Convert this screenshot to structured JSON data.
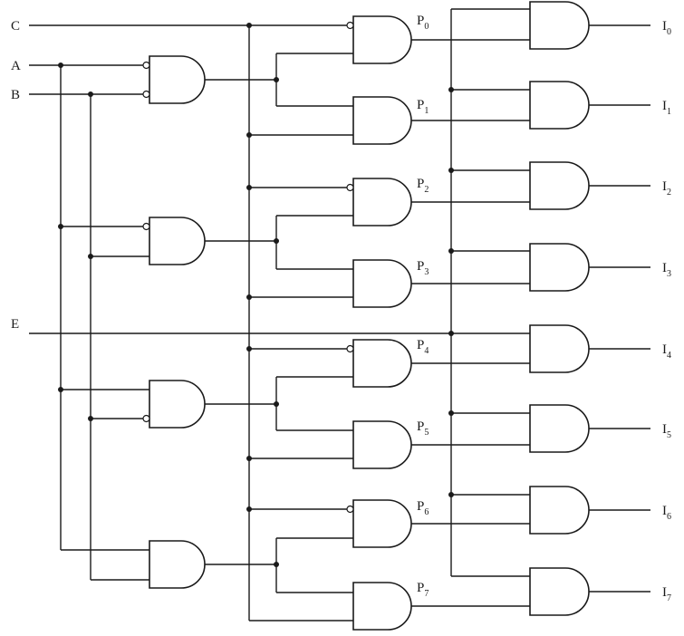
{
  "inputs": {
    "c": "C",
    "a": "A",
    "b": "B",
    "e": "E"
  },
  "products": [
    {
      "letter": "P",
      "index": "0"
    },
    {
      "letter": "P",
      "index": "1"
    },
    {
      "letter": "P",
      "index": "2"
    },
    {
      "letter": "P",
      "index": "3"
    },
    {
      "letter": "P",
      "index": "4"
    },
    {
      "letter": "P",
      "index": "5"
    },
    {
      "letter": "P",
      "index": "6"
    },
    {
      "letter": "P",
      "index": "7"
    }
  ],
  "outputs": [
    {
      "letter": "I",
      "index": "0"
    },
    {
      "letter": "I",
      "index": "1"
    },
    {
      "letter": "I",
      "index": "2"
    },
    {
      "letter": "I",
      "index": "3"
    },
    {
      "letter": "I",
      "index": "4"
    },
    {
      "letter": "I",
      "index": "5"
    },
    {
      "letter": "I",
      "index": "6"
    },
    {
      "letter": "I",
      "index": "7"
    }
  ]
}
